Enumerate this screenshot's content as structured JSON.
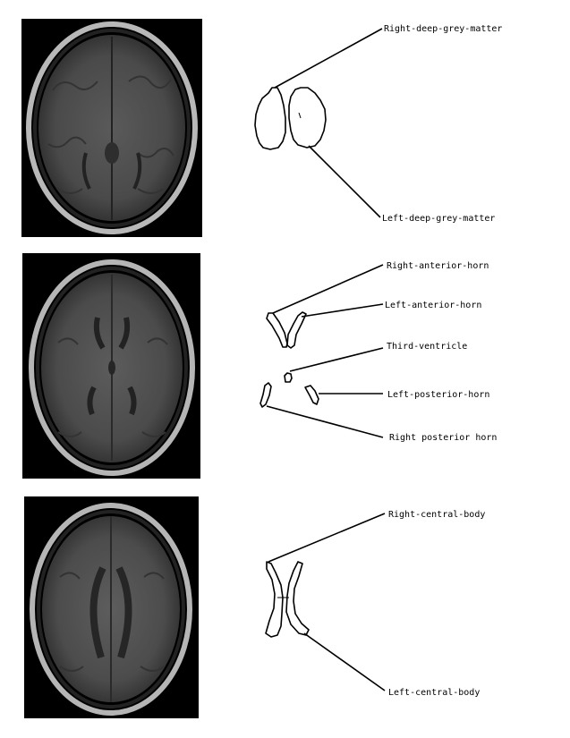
{
  "figure": {
    "panels": [
      {
        "id": "panel-1",
        "labels": {
          "right": "Right-deep-grey-matter",
          "left": "Left-deep-grey-matter"
        }
      },
      {
        "id": "panel-2",
        "labels": {
          "right_anterior": "Right-anterior-horn",
          "left_anterior": "Left-anterior-horn",
          "third": "Third-ventricle",
          "left_posterior": "Left-posterior-horn",
          "right_posterior": "Right posterior horn"
        }
      },
      {
        "id": "panel-3",
        "labels": {
          "right": "Right-central-body",
          "left": "Left-central-body"
        }
      }
    ]
  },
  "colors": {
    "mri_background": "#000000",
    "outline": "#000000",
    "page_background": "#ffffff"
  }
}
